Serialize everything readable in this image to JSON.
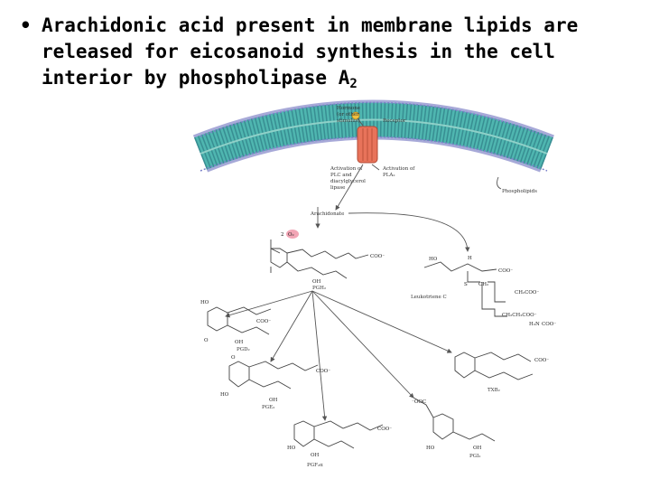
{
  "slide": {
    "bullet": "•",
    "line1": "Arachidonic acid present in membrane lipids are",
    "line2": "released for eicosanoid synthesis in the cell",
    "line3_text": "interior by phospholipase A",
    "line3_sub": "2"
  },
  "diagram": {
    "hormone_label_1": "Hormone",
    "hormone_label_2": "(or other",
    "hormone_label_3": "stimulus)",
    "receptor_label": "Receptor",
    "activation_plc_1": "Activation of",
    "activation_plc_2": "PLC and",
    "activation_plc_3": "diacylglycerol",
    "activation_plc_4": "lipase",
    "activation_pla2_1": "Activation of",
    "activation_pla2_2": "PLA₂",
    "phospholipids_label": "Phospholipids",
    "arachidonate_label": "Arachidonate",
    "o2_label": "2",
    "o2_symbol": "O₂",
    "coo_1": "COO⁻",
    "pgh2_label": "PGH₂",
    "leukotriene_label": "Leukotriene C",
    "ho_lt": "HO",
    "h_lt": "H",
    "coo_lt": "COO⁻",
    "s_lt": "S",
    "ch2_lt": "CH₂",
    "chain_1": "CH₂COO⁻",
    "chain_2": "CH₂CH₂COO⁻",
    "nh3_lt": "H₃N",
    "coo_lt2": "COO⁻",
    "pgd2_label": "PGD₂",
    "pge2_label": "PGE₂",
    "pgf2a_label": "PGF₂α",
    "pgi2_label": "PGI₂",
    "txb2_label": "TXB₂",
    "coo_pgd": "COO⁻",
    "coo_pge": "COO⁻",
    "coo_pgf": "COO⁻",
    "coo_pgi": "⁻OOC",
    "coo_tx": "COO⁻",
    "ho_1": "HO",
    "oh_1": "OH",
    "oh_2": "OH",
    "oh_3": "OH",
    "oh_4": "OH",
    "oh_5": "OH",
    "ho_2": "HO",
    "ho_3": "HO",
    "ho_4": "HO",
    "o_1": "O",
    "o_2": "O"
  },
  "colors": {
    "membrane_teal": "#4fb6b0",
    "membrane_dark": "#2f7e86",
    "membrane_lavender": "#a7a9d8",
    "receptor_orange": "#e8735a",
    "hormone_yellow": "#f0c040",
    "o2_pink": "#f2a5b5"
  }
}
